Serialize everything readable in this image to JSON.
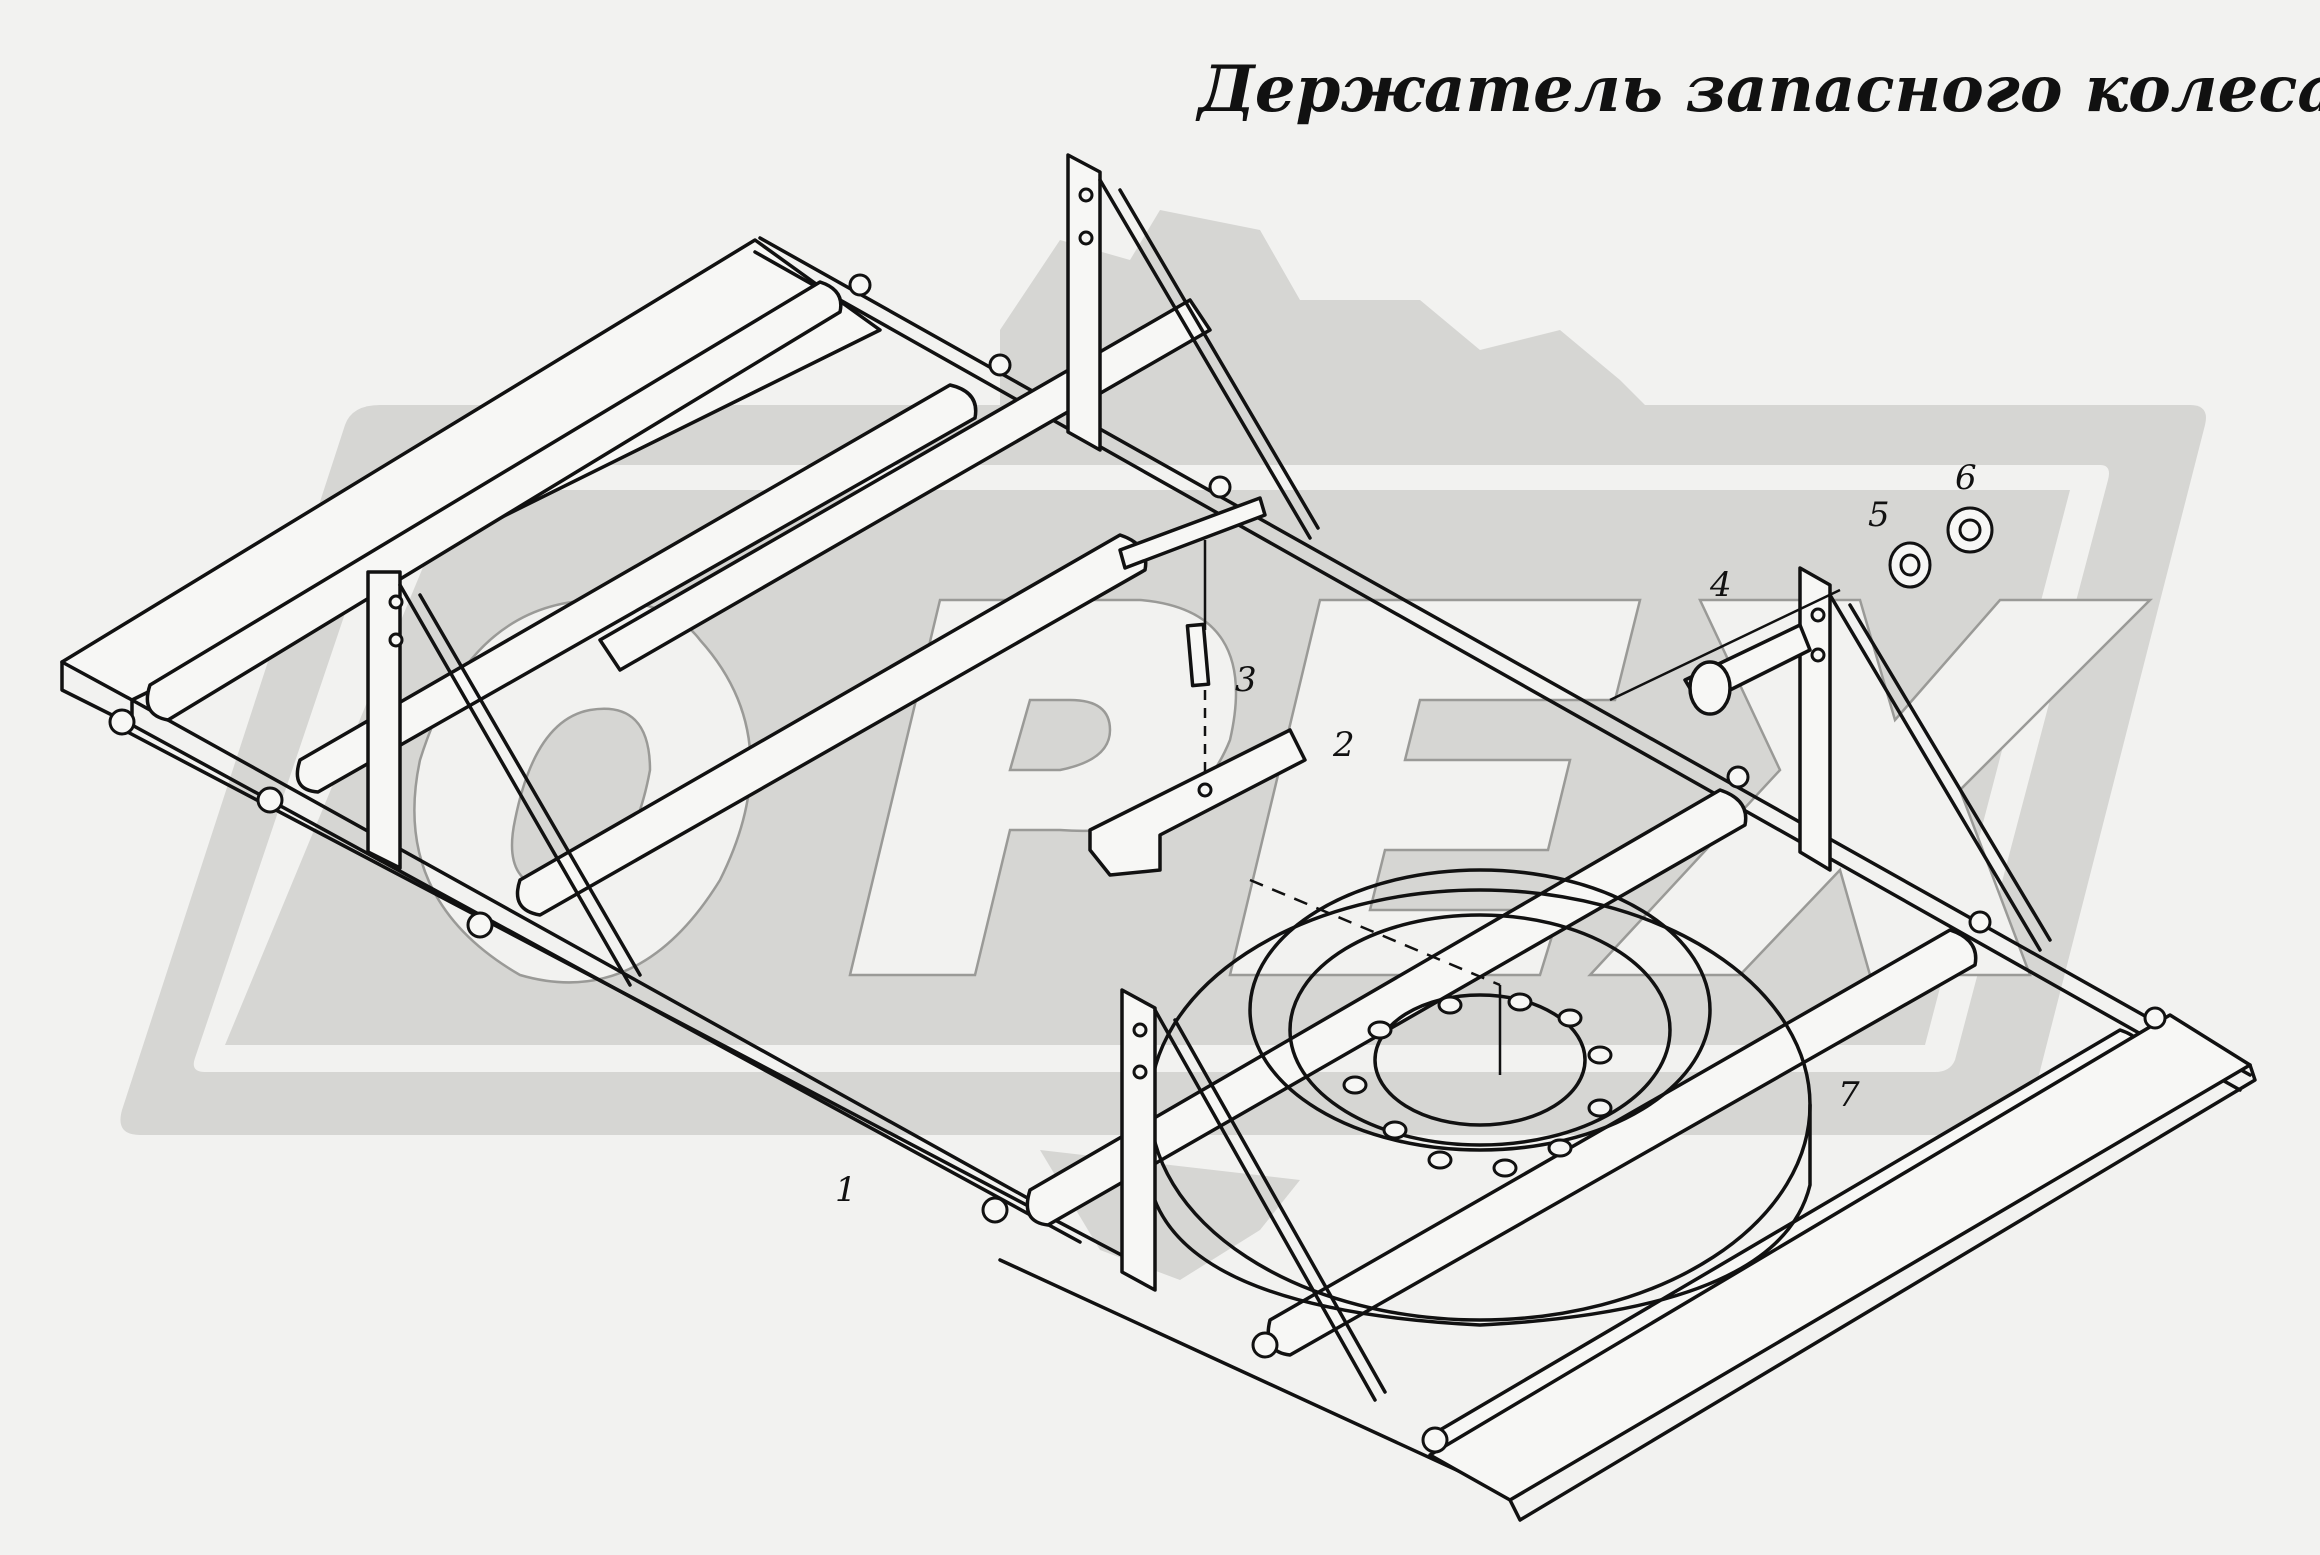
{
  "title": "Держатель запасного колеса",
  "callouts": [
    {
      "id": "1",
      "text": "1"
    },
    {
      "id": "2",
      "text": "2"
    },
    {
      "id": "3",
      "text": "3"
    },
    {
      "id": "4",
      "text": "4"
    },
    {
      "id": "5",
      "text": "5"
    },
    {
      "id": "6",
      "text": "6"
    },
    {
      "id": "7",
      "text": "7"
    }
  ],
  "watermark": {
    "text": "OPEX",
    "color": "#d6d6d3"
  }
}
